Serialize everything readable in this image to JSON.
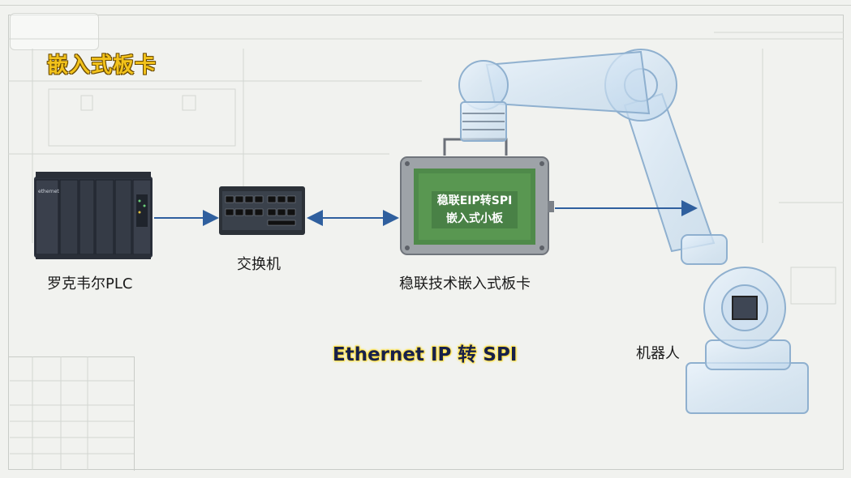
{
  "title": "嵌入式板卡",
  "devices": {
    "plc": {
      "label": "罗克韦尔PLC",
      "brand_text": "ethernet"
    },
    "switch": {
      "label": "交换机"
    },
    "board": {
      "label": "稳联技术嵌入式板卡",
      "screen_line1": "稳联EIP转SPI",
      "screen_line2": "嵌入式小板"
    },
    "robot": {
      "label": "机器人"
    }
  },
  "banner": "Ethernet IP 转 SPI",
  "colors": {
    "title_fill": "#f2c21b",
    "banner_glow": "#ffe14a",
    "arrow": "#2f5f9e",
    "board_green": "#4f8a4a"
  }
}
